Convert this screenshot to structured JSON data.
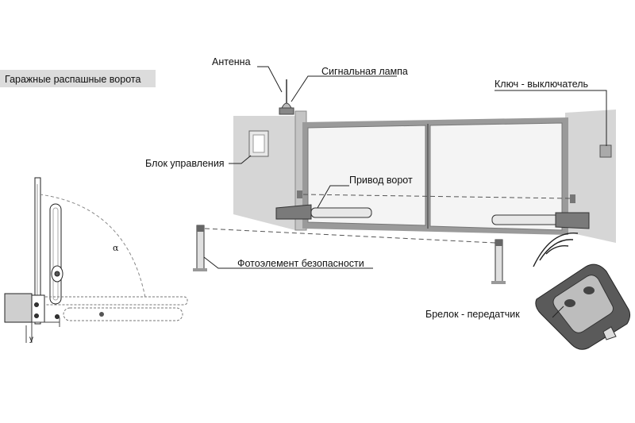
{
  "title": "Гаражные распашные ворота",
  "labels": {
    "antenna": "Антенна",
    "signal_lamp": "Сигнальная лампа",
    "key_switch": "Ключ - выключатель",
    "control_unit": "Блок управления",
    "gate_drive": "Привод ворот",
    "photocell": "Фотоэлемент безопасности",
    "remote": "Брелок - передатчик"
  },
  "side_view": {
    "angle_symbol": "α",
    "y_label": "y"
  },
  "colors": {
    "wall": "#d6d6d6",
    "frame": "#9a9a9a",
    "panel": "#f4f4f4",
    "line": "#222222",
    "dashed": "#555555",
    "motor": "#7a7a7a",
    "remote_body": "#5a5a5a",
    "title_bg": "#dcdcdc"
  }
}
